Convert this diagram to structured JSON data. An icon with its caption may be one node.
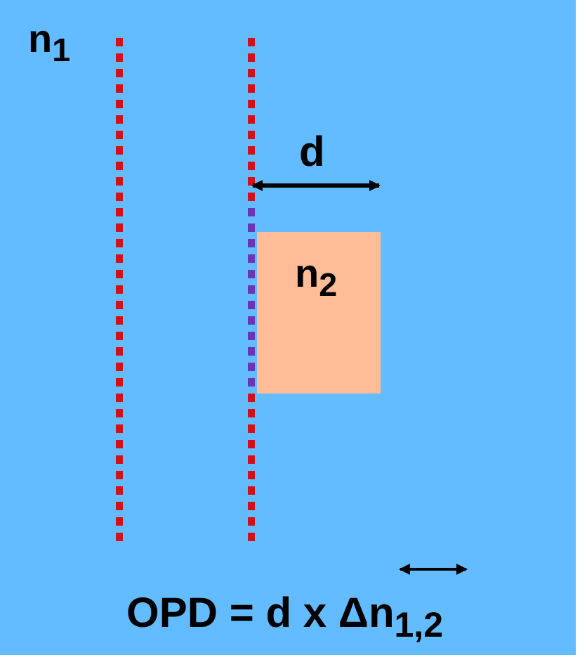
{
  "diagram": {
    "nodes": [
      {
        "text": [
          "n$_{1}$"
        ]
      },
      {
        "text": [
          "n$_{2}$"
        ],
        "in": 0
      }
    ],
    "labels": [
      "d",
      "OPD = d x Δn$_{1,2}$"
    ]
  }
}
